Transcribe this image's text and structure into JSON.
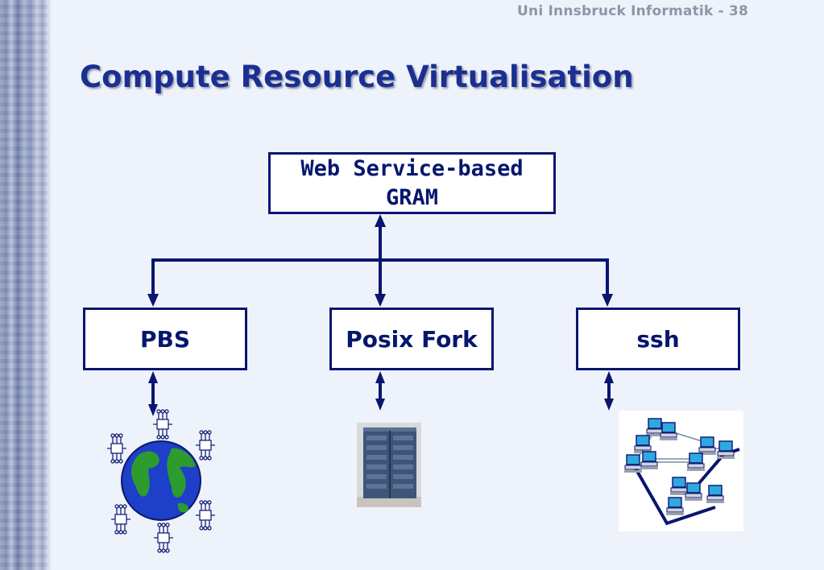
{
  "header": {
    "footer_text": "Uni Innsbruck Informatik - 38"
  },
  "slide": {
    "title": "Compute Resource Virtualisation"
  },
  "diagram": {
    "top_box": {
      "line1": "Web Service-based",
      "line2": "GRAM"
    },
    "leaves": [
      {
        "label": "PBS",
        "picture": "globe-with-cluster-nodes-icon"
      },
      {
        "label": "Posix Fork",
        "picture": "server-rack-icon"
      },
      {
        "label": "ssh",
        "picture": "networked-computers-icon"
      }
    ]
  },
  "colors": {
    "title": "#1a2f92",
    "box_border": "#0a1570",
    "arrow": "#0a1570",
    "background": "#eef2fb"
  }
}
